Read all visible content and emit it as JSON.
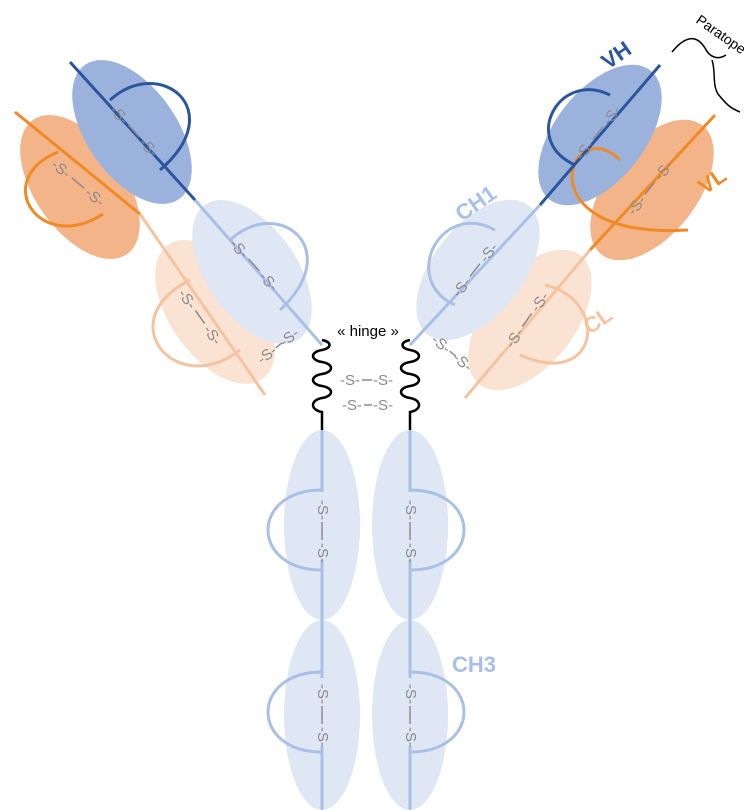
{
  "labels": {
    "vh": "VH",
    "vl": "VL",
    "ch1": "CH1",
    "cl": "CL",
    "ch3": "CH3",
    "hinge": "« hinge »",
    "paratope": "Paratope",
    "disulfide_s": "-S-"
  },
  "colors": {
    "heavy_variable": "#2a569f",
    "heavy_variable_fill": "#9bb3dc",
    "light_variable": "#f08a24",
    "light_variable_fill": "#f3b48a",
    "heavy_constant": "#a9c0e6",
    "heavy_constant_fill": "#dfe6f4",
    "light_constant": "#f4c3a0",
    "light_constant_fill": "#fbe3d3",
    "hinge": "#000000",
    "disulfide_text": "#8a8a8a"
  }
}
